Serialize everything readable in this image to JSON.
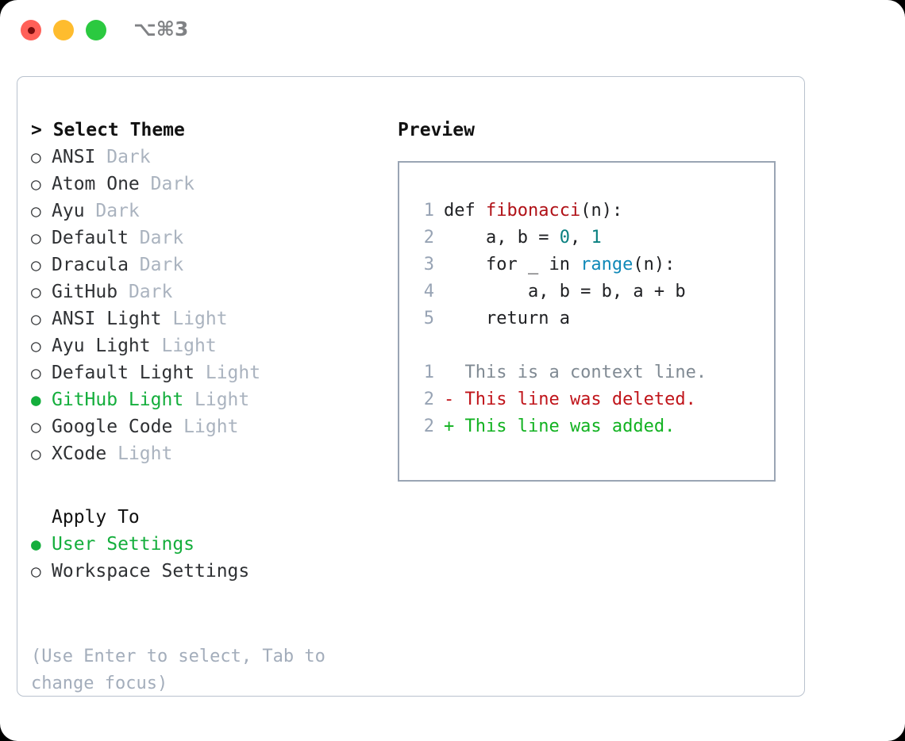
{
  "titlebar": {
    "shortcut": "⌥⌘3",
    "buttons": [
      {
        "name": "close",
        "color": "#ff6058"
      },
      {
        "name": "minimize",
        "color": "#febc2e"
      },
      {
        "name": "zoom",
        "color": "#2bc940"
      }
    ]
  },
  "theme_list": {
    "heading": "> Select Theme",
    "items": [
      {
        "marker": "○",
        "label": "ANSI",
        "variant": "Dark",
        "selected": false
      },
      {
        "marker": "○",
        "label": "Atom One",
        "variant": "Dark",
        "selected": false
      },
      {
        "marker": "○",
        "label": "Ayu",
        "variant": "Dark",
        "selected": false
      },
      {
        "marker": "○",
        "label": "Default",
        "variant": "Dark",
        "selected": false
      },
      {
        "marker": "○",
        "label": "Dracula",
        "variant": "Dark",
        "selected": false
      },
      {
        "marker": "○",
        "label": "GitHub",
        "variant": "Dark",
        "selected": false
      },
      {
        "marker": "○",
        "label": "ANSI Light",
        "variant": "Light",
        "selected": false
      },
      {
        "marker": "○",
        "label": "Ayu Light",
        "variant": "Light",
        "selected": false
      },
      {
        "marker": "○",
        "label": "Default Light",
        "variant": "Light",
        "selected": false
      },
      {
        "marker": "●",
        "label": "GitHub Light",
        "variant": "Light",
        "selected": true
      },
      {
        "marker": "○",
        "label": "Google Code",
        "variant": "Light",
        "selected": false
      },
      {
        "marker": "○",
        "label": "XCode",
        "variant": "Light",
        "selected": false
      }
    ]
  },
  "apply_to": {
    "heading": "Apply To",
    "items": [
      {
        "marker": "●",
        "label": "User Settings",
        "selected": true
      },
      {
        "marker": "○",
        "label": "Workspace Settings",
        "selected": false
      }
    ]
  },
  "hint": "(Use Enter to select, Tab to change focus)",
  "preview": {
    "heading": "Preview",
    "code_lines": [
      {
        "num": "1",
        "segments": [
          {
            "t": "def ",
            "c": "plain"
          },
          {
            "t": "fibonacci",
            "c": "fn"
          },
          {
            "t": "(n):",
            "c": "plain"
          }
        ]
      },
      {
        "num": "2",
        "segments": [
          {
            "t": "    a, b = ",
            "c": "plain"
          },
          {
            "t": "0",
            "c": "num"
          },
          {
            "t": ", ",
            "c": "plain"
          },
          {
            "t": "1",
            "c": "num"
          }
        ]
      },
      {
        "num": "3",
        "segments": [
          {
            "t": "    for _ in ",
            "c": "plain"
          },
          {
            "t": "range",
            "c": "call"
          },
          {
            "t": "(n):",
            "c": "plain"
          }
        ]
      },
      {
        "num": "4",
        "segments": [
          {
            "t": "        a, b = b, a + b",
            "c": "plain"
          }
        ]
      },
      {
        "num": "5",
        "segments": [
          {
            "t": "    return a",
            "c": "plain"
          }
        ]
      }
    ],
    "diff_lines": [
      {
        "num": "1",
        "text": "  This is a context line.",
        "kind": "context"
      },
      {
        "num": "2",
        "text": "- This line was deleted.",
        "kind": "del"
      },
      {
        "num": "2",
        "text": "+ This line was added.",
        "kind": "add"
      }
    ]
  },
  "colors": {
    "selected": "#14ae3c",
    "variant_muted": "#aab3bf",
    "hint": "#a3adbb",
    "line_number": "#97a3b4",
    "panel_border": "#b9c2ce",
    "code_border": "#9aa5b4",
    "syntax_function": "#b01117",
    "syntax_number": "#0a8080",
    "syntax_call": "#1089b8",
    "diff_context": "#808a93",
    "diff_delete": "#c0141a",
    "diff_add": "#12b221"
  }
}
